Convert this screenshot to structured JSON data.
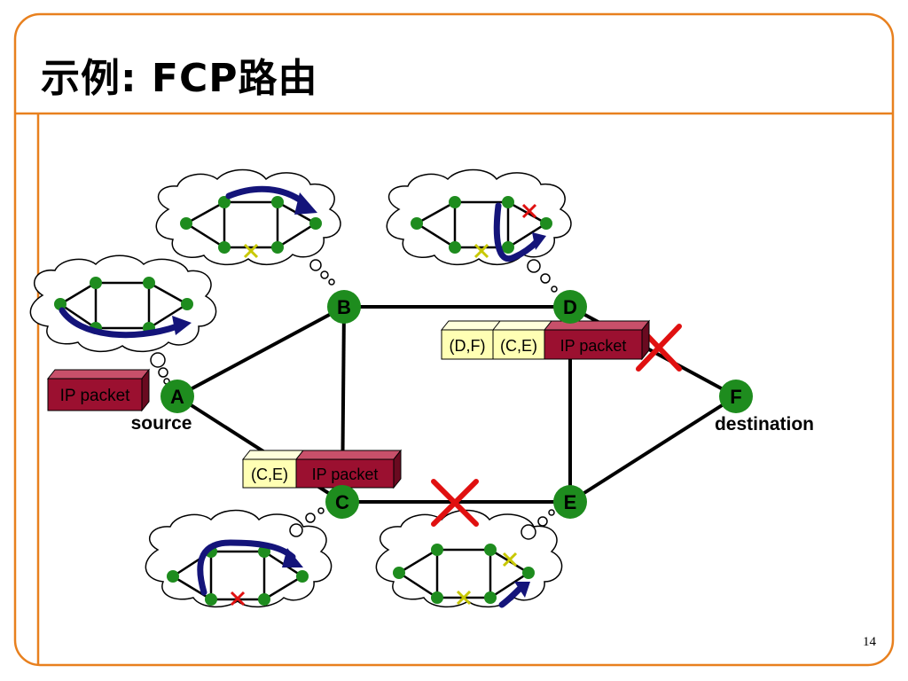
{
  "slide": {
    "title": "示例: FCP路由",
    "page_number": "14"
  },
  "colors": {
    "frame": "#E8801E",
    "node": "#1E8C1E",
    "packet_red": "#9B1030",
    "header_yellow": "#FFFFB4",
    "arrow_blue": "#14147A",
    "cross_red": "#E01010",
    "cross_yellow": "#C8C800"
  },
  "diagram": {
    "nodes": [
      {
        "id": "node-A",
        "label": "A"
      },
      {
        "id": "node-B",
        "label": "B"
      },
      {
        "id": "node-C",
        "label": "C"
      },
      {
        "id": "node-D",
        "label": "D"
      },
      {
        "id": "node-E",
        "label": "E"
      },
      {
        "id": "node-F",
        "label": "F"
      }
    ],
    "labels": {
      "source": "source",
      "destination": "destination"
    },
    "packets": {
      "at_source": "IP packet",
      "at_c_header": "(C,E)",
      "at_c_body": "IP packet",
      "at_d_header1": "(D,F)",
      "at_d_header2": "(C,E)",
      "at_d_body": "IP packet"
    }
  }
}
